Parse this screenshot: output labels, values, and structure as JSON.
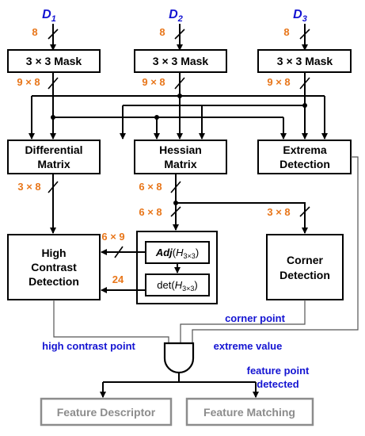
{
  "inputs": {
    "d1": {
      "main": "D",
      "sub": "1"
    },
    "d2": {
      "main": "D",
      "sub": "2"
    },
    "d3": {
      "main": "D",
      "sub": "3"
    }
  },
  "blocks": {
    "mask": "3 × 3 Mask",
    "differential": [
      "Differential",
      "Matrix"
    ],
    "hessian": [
      "Hessian",
      "Matrix"
    ],
    "extrema": [
      "Extrema",
      "Detection"
    ],
    "high_contrast": [
      "High",
      "Contrast",
      "Detection"
    ],
    "corner": [
      "Corner",
      "Detection"
    ],
    "adj": {
      "func": "Adj",
      "arg": "H",
      "sub": "3×3"
    },
    "det": {
      "func": "det",
      "arg": "H",
      "sub": "3×3"
    },
    "feature_descriptor": "Feature Descriptor",
    "feature_matching": "Feature Matching"
  },
  "bus_widths": {
    "input": "8",
    "mask_out": "9 × 8",
    "diff_out": "3 × 8",
    "hess_out": "6 × 8",
    "hess_split": "6 × 8",
    "corner_in": "3 × 8",
    "adj_out": "6 × 9",
    "det_out": "24"
  },
  "signals": {
    "corner_point": "corner point",
    "high_contrast_point": "high contrast point",
    "extreme_value": "extreme value",
    "feature_point": [
      "feature point",
      "detected"
    ]
  },
  "colors": {
    "bus_width": "#e8761a",
    "signal": "#1414d2",
    "downstream": "#8c8c8c"
  }
}
